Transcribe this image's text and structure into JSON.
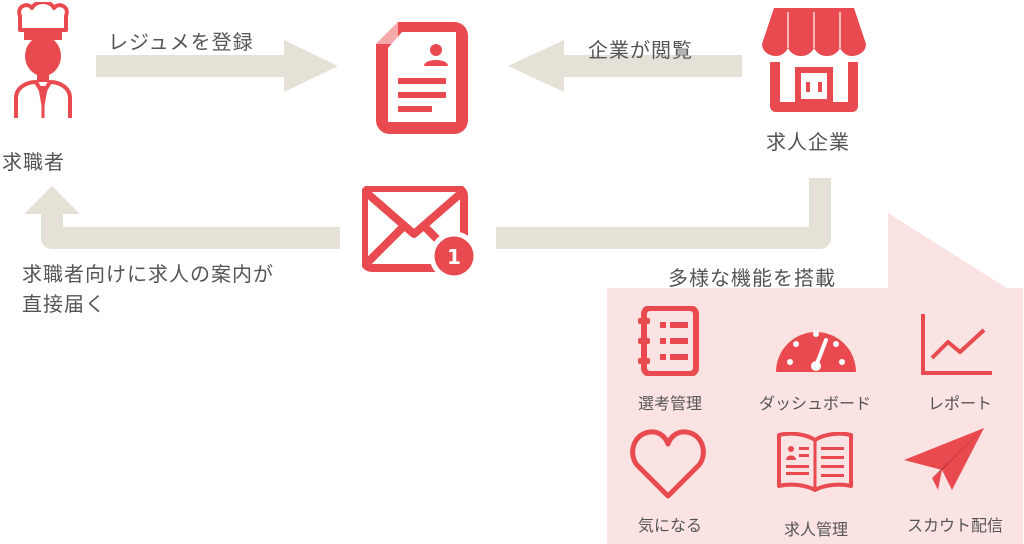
{
  "colors": {
    "accent": "#e84a4f",
    "arrow": "#e6e1d6",
    "panel": "#fbe3e4"
  },
  "nodes": {
    "job_seeker": {
      "label": "求職者",
      "icon": "chef-icon"
    },
    "resume": {
      "icon": "resume-document-icon"
    },
    "company": {
      "label": "求人企業",
      "icon": "storefront-icon"
    },
    "mail": {
      "icon": "mail-notification-icon",
      "badge": "1"
    }
  },
  "arrows": {
    "register": "レジュメを登録",
    "browse": "企業が閲覧",
    "notify_line1": "求職者向けに求人の案内が",
    "notify_line2": "直接届く"
  },
  "features": {
    "title": "多様な機能を搭載",
    "items": [
      {
        "label": "選考管理",
        "icon": "notebook-list-icon"
      },
      {
        "label": "ダッシュボード",
        "icon": "speedometer-icon"
      },
      {
        "label": "レポート",
        "icon": "line-chart-icon"
      },
      {
        "label": "気になる",
        "icon": "heart-icon"
      },
      {
        "label": "求人管理",
        "icon": "open-book-icon"
      },
      {
        "label": "スカウト配信",
        "icon": "paper-plane-icon"
      }
    ]
  }
}
